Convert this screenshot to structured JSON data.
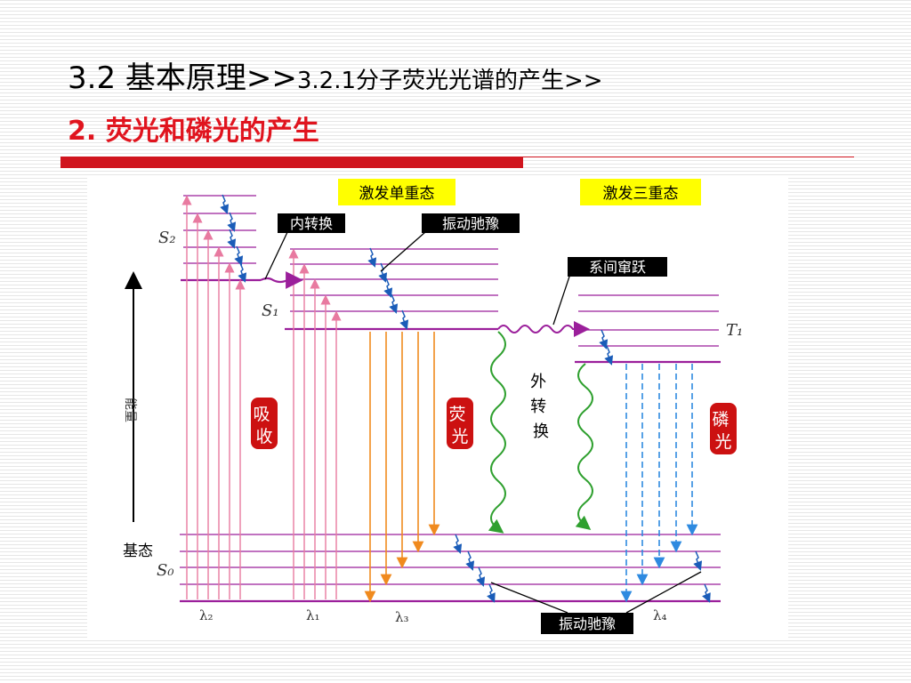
{
  "slide": {
    "title_main": "3.2 基本原理>>",
    "title_sub": "3.2.1分子荧光光谱的产生>>",
    "subtitle": "2. 荧光和磷光的产生"
  },
  "diagram": {
    "labels": {
      "singlet": "激发单重态",
      "triplet": "激发三重态",
      "internal_conversion": "内转换",
      "vibrational_relaxation_top": "振动驰豫",
      "intersystem_crossing": "系间窜跃",
      "vibrational_relaxation_bottom": "振动驰豫",
      "external_conversion": "外转换",
      "absorption": "吸收",
      "fluorescence": "荧光",
      "phosphorescence": "磷光",
      "ground_state": "基态",
      "energy_axis": "能量"
    },
    "states": {
      "s2": "S₂",
      "s1": "S₁",
      "s0": "S₀",
      "t1": "T₁"
    },
    "wavelengths": [
      "λ₂",
      "λ₁",
      "λ₃",
      "λ₄"
    ],
    "colors": {
      "level_line": "#9b1f9b",
      "absorption_arrow": "#e87aa0",
      "fluorescence_arrow": "#f08a1e",
      "phosphorescence_arrow": "#2e8ae0",
      "wavy_line": "#2fa02f",
      "relaxation_arrow": "#1a5cb8",
      "label_yellow": "#ffff00",
      "label_red": "#cc1111",
      "accent_red": "#d0151e"
    }
  }
}
